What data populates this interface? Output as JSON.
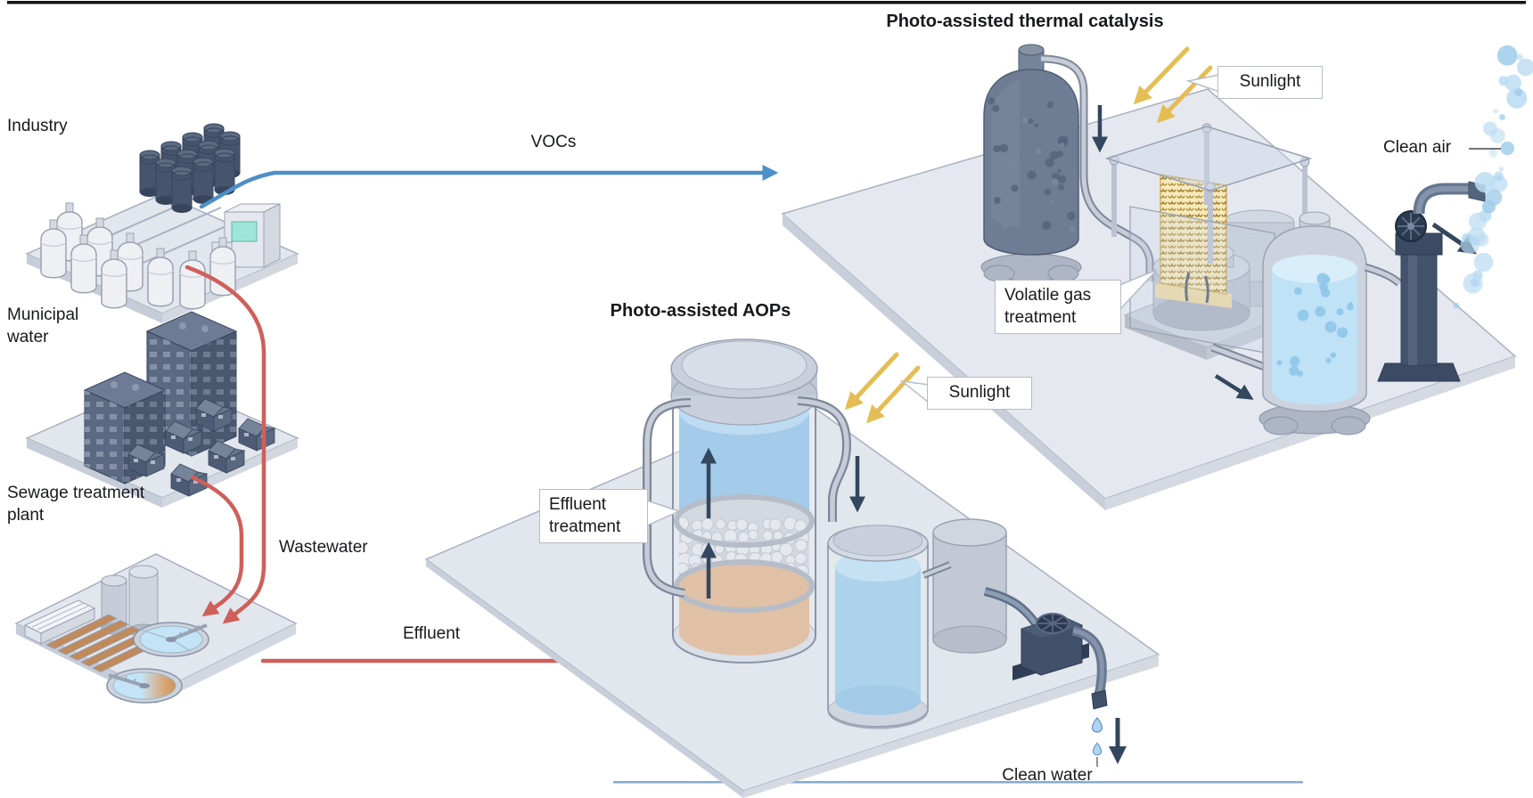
{
  "figure": {
    "labels": {
      "industry": "Industry",
      "municipal_water": "Municipal water",
      "sewage_plant": "Sewage treatment plant",
      "vocs": "VOCs",
      "wastewater": "Wastewater",
      "effluent": "Effluent",
      "clean_air": "Clean air",
      "clean_water": "Clean water"
    },
    "thermal": {
      "title": "Photo-assisted thermal catalysis",
      "sunlight_label": "Sunlight",
      "callout": "Volatile gas treatment"
    },
    "aops": {
      "title": "Photo-assisted AOPs",
      "sunlight_label": "Sunlight",
      "callout": "Effluent treatment"
    },
    "colors": {
      "vocs_arrow": "#4d8fc8",
      "wastewater_arrow": "#cf5f5a",
      "sunlight_arrow": "#e5bd55",
      "flow_arrow": "#33475e",
      "platform": "#e2e6ed",
      "water": "#8cc4ea",
      "catalyst_gold": "#f6e9bc"
    }
  }
}
